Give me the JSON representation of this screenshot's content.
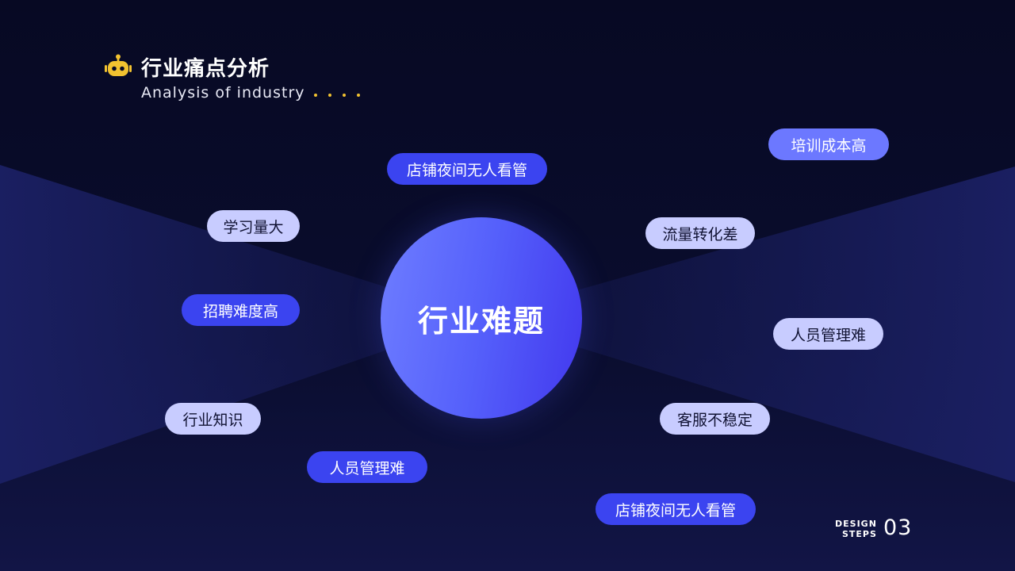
{
  "header": {
    "title": "行业痛点分析",
    "subtitle": "Analysis of industry"
  },
  "center": {
    "label": "行业难题"
  },
  "pills": [
    {
      "label": "店铺夜间无人看管",
      "style": "dark"
    },
    {
      "label": "培训成本高",
      "style": "mid"
    },
    {
      "label": "学习量大",
      "style": "light"
    },
    {
      "label": "流量转化差",
      "style": "light"
    },
    {
      "label": "招聘难度高",
      "style": "dark"
    },
    {
      "label": "人员管理难",
      "style": "light"
    },
    {
      "label": "行业知识",
      "style": "light"
    },
    {
      "label": "客服不稳定",
      "style": "light"
    },
    {
      "label": "人员管理难",
      "style": "dark"
    },
    {
      "label": "店铺夜间无人看管",
      "style": "dark"
    }
  ],
  "footer": {
    "brand_line1": "DESIGN",
    "brand_line2": "STEPS",
    "page_number": "03"
  },
  "colors": {
    "accent_yellow": "#f2c230",
    "pill_dark": "#3b44f0",
    "pill_light": "#c8ccff",
    "pill_mid": "#6c78ff",
    "core_start": "#6e7dff",
    "core_end": "#4238ee",
    "background": "#080a26"
  },
  "icons": {
    "logo": "robot-icon"
  }
}
